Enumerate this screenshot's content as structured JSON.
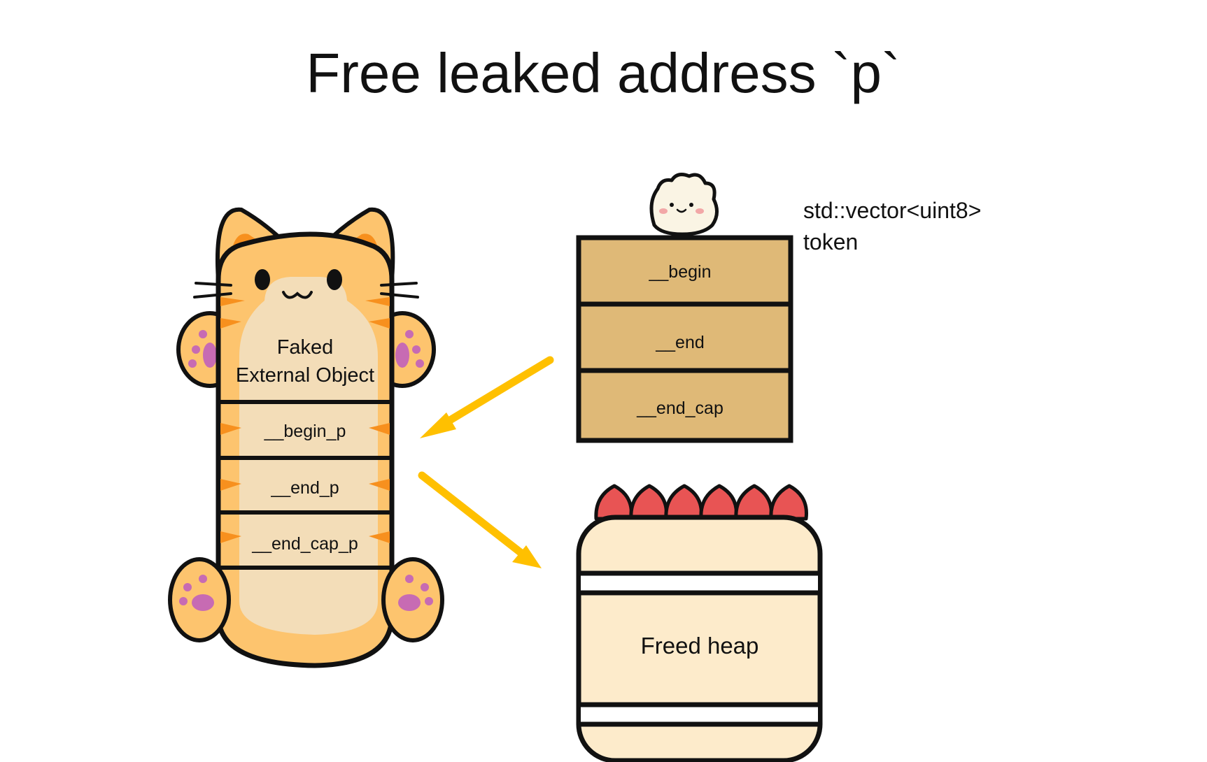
{
  "title": "Free leaked address `p`",
  "cat": {
    "label_line1": "Faked",
    "label_line2": "External Object",
    "fields": [
      "__begin_p",
      "__end_p",
      "__end_cap_p"
    ]
  },
  "vector": {
    "label_line1": "std::vector<uint8>",
    "label_line2": "token",
    "fields": [
      "__begin",
      "__end",
      "__end_cap"
    ]
  },
  "heap": {
    "label": "Freed heap"
  },
  "colors": {
    "arrow": "#FFC000",
    "cat_fur": "#FDC46E",
    "cat_belly": "#F3DDB8",
    "cat_stripe": "#F7901E",
    "paw_pad": "#C76BB3",
    "vector_fill": "#DFB977",
    "cake_fill": "#FDEBCB",
    "strawberry": "#E85454"
  }
}
